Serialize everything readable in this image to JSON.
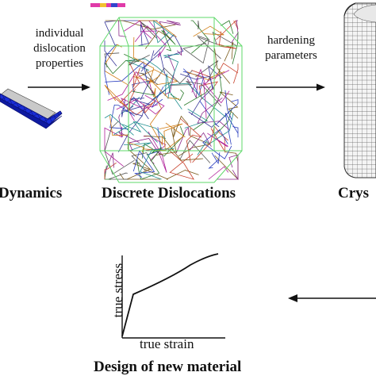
{
  "stages": {
    "left_label": "Dynamics",
    "center_label": "Discrete Dislocations",
    "right_label": "Crys",
    "bottom_label": "Design of new material"
  },
  "arrows": {
    "left_arrow_text_lines": [
      "individual",
      "dislocation",
      "properties"
    ],
    "right_arrow_text_lines": [
      "hardening",
      "parameters"
    ]
  },
  "plot": {
    "ylabel": "true stress",
    "xlabel": "true strain"
  },
  "colors": {
    "beam_blue": "#1a2ed8",
    "cube_edge": "#5fd86a",
    "mesh_gray": "#555555"
  }
}
